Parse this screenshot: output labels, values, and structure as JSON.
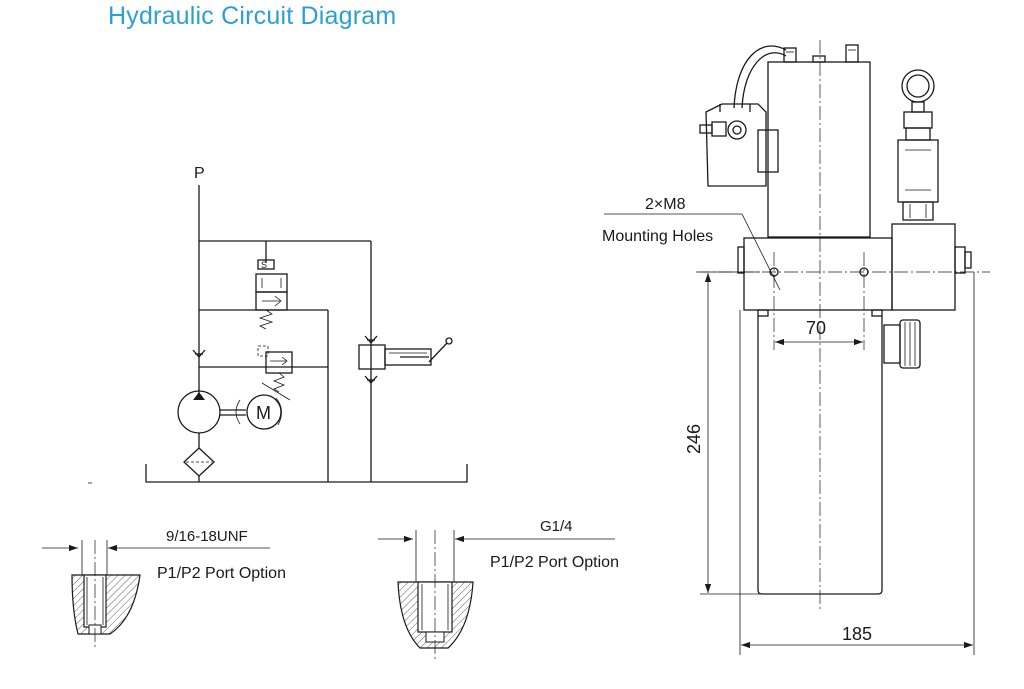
{
  "title": "Hydraulic Circuit Diagram",
  "schematic": {
    "port_label": "P",
    "motor_label": "M",
    "valve_label": "S"
  },
  "port_options": [
    {
      "thread": "9/16-18UNF",
      "caption": "P1/P2 Port Option"
    },
    {
      "thread": "G1/4",
      "caption": "P1/P2 Port Option"
    }
  ],
  "unit_drawing": {
    "hole_spec": "2×M8",
    "hole_caption": "Mounting Holes",
    "hole_spacing": "70",
    "height": "246",
    "width": "185"
  },
  "colors": {
    "title": "#2a9fd8",
    "line": "#1a1a1a"
  }
}
